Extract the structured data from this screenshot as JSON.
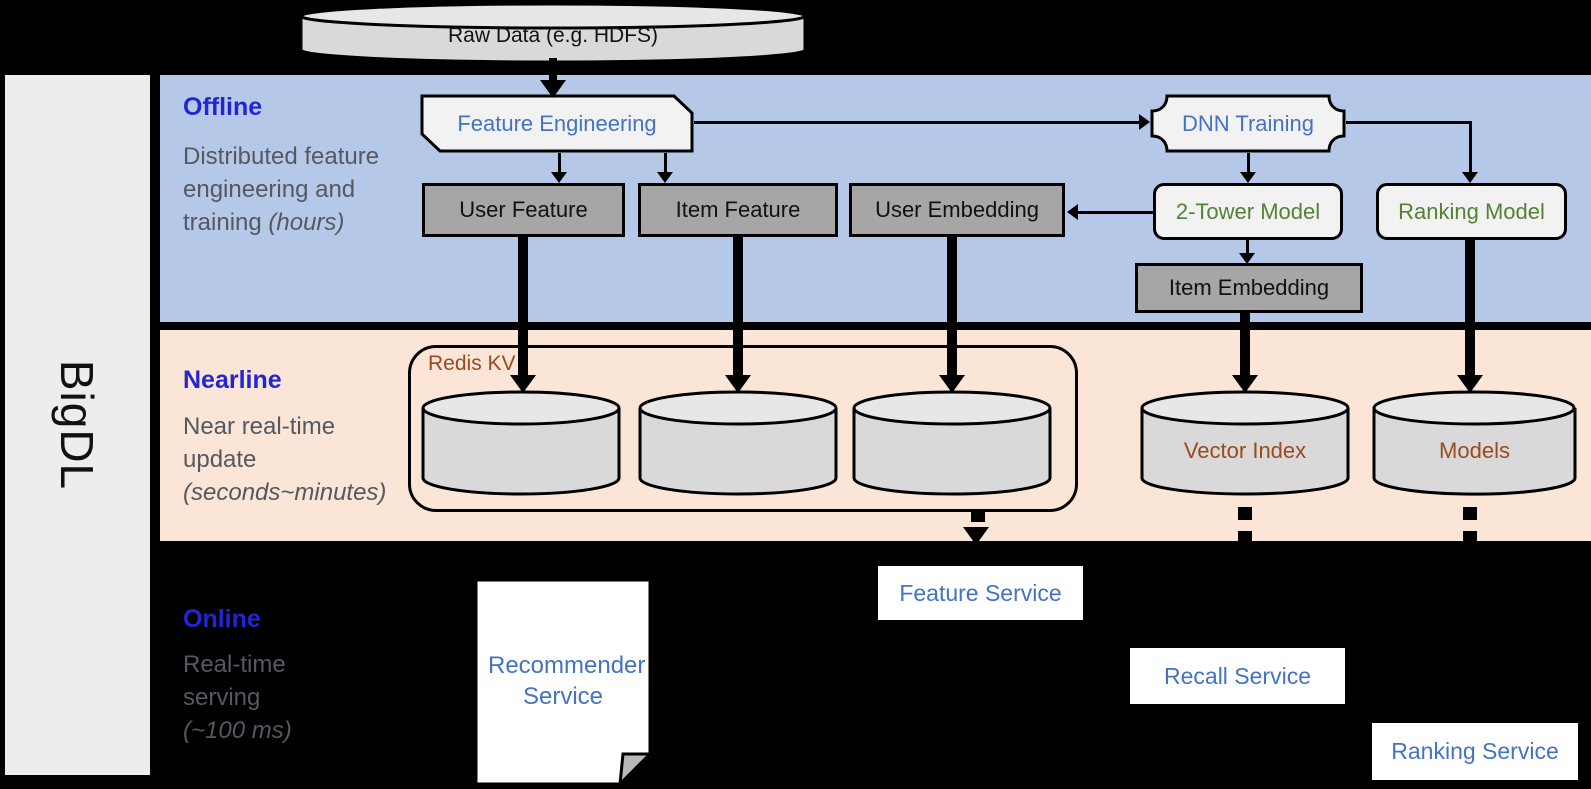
{
  "brand": {
    "name": "BigDL"
  },
  "source": {
    "label": "Raw Data (e.g. HDFS)"
  },
  "sections": {
    "offline": {
      "title": "Offline",
      "desc": "Distributed feature engineering and training",
      "timing": "(hours)"
    },
    "nearline": {
      "title": "Nearline",
      "desc": "Near real-time update",
      "timing": "(seconds~minutes)"
    },
    "online": {
      "title": "Online",
      "desc": "Real-time serving",
      "timing": "(~100 ms)"
    }
  },
  "nodes": {
    "feature_engineering": {
      "label": "Feature Engineering"
    },
    "dnn_training": {
      "label": "DNN Training"
    },
    "user_feature": {
      "label": "User Feature"
    },
    "item_feature": {
      "label": "Item Feature"
    },
    "user_embedding": {
      "label": "User Embedding"
    },
    "two_tower_model": {
      "label": "2-Tower Model"
    },
    "ranking_model": {
      "label": "Ranking Model"
    },
    "item_embedding": {
      "label": "Item Embedding"
    },
    "redis_kv": {
      "label": "Redis KV"
    },
    "vector_index": {
      "label": "Vector Index"
    },
    "models": {
      "label": "Models"
    },
    "recommender_service": {
      "label": "Recommender Service"
    },
    "feature_service": {
      "label": "Feature Service"
    },
    "recall_service": {
      "label": "Recall Service"
    },
    "ranking_service": {
      "label": "Ranking Service"
    }
  },
  "colors": {
    "offline_band": "#b6c8e8",
    "nearline_band": "#fbe5d6",
    "online_band": "#000000",
    "sidebar": "#ededed",
    "dark_node": "#a6a6a6",
    "light_node": "#f2f2f2",
    "cylinder_fill": "#d9d9d9",
    "section_title_blue": "#2026d2",
    "desc_gray": "#545861",
    "node_text_blue": "#4472c4",
    "node_text_green": "#548235",
    "node_text_brown": "#9a4a1e"
  }
}
